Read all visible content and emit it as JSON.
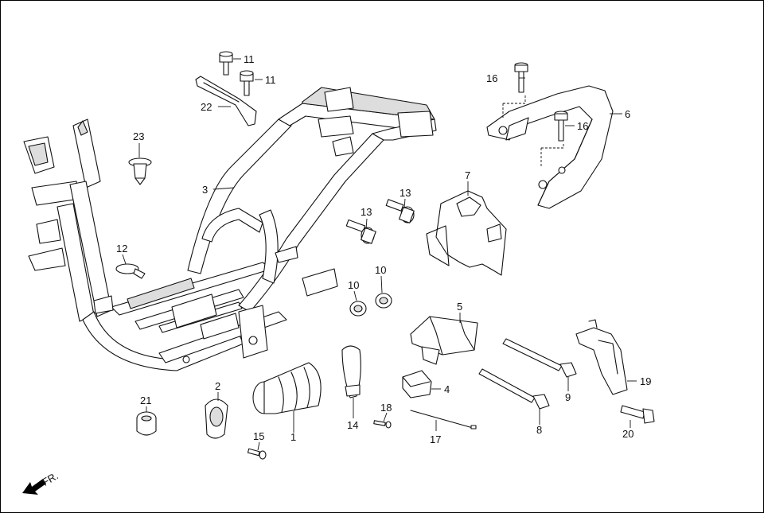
{
  "diagram": {
    "front_indicator": "FR.",
    "callouts": {
      "c1": "1",
      "c2": "2",
      "c3": "3",
      "c4": "4",
      "c5": "5",
      "c6": "6",
      "c7": "7",
      "c8": "8",
      "c9": "9",
      "c10a": "10",
      "c10b": "10",
      "c11a": "11",
      "c11b": "11",
      "c12": "12",
      "c13a": "13",
      "c13b": "13",
      "c14": "14",
      "c15": "15",
      "c16a": "16",
      "c16b": "16",
      "c17": "17",
      "c18": "18",
      "c19": "19",
      "c20": "20",
      "c21": "21",
      "c22": "22",
      "c23": "23"
    }
  }
}
